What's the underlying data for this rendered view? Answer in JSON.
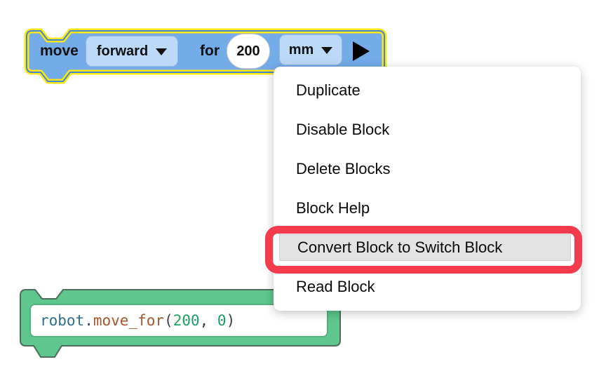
{
  "move_block": {
    "label_move": "move",
    "direction_value": "forward",
    "label_for": "for",
    "distance_value": "200",
    "unit_value": "mm",
    "colors": {
      "fill": "#74abe9",
      "selected_outline": "#ffe712",
      "field_fill": "#bdd9f8"
    }
  },
  "context_menu": {
    "items": [
      {
        "label": "Duplicate"
      },
      {
        "label": "Disable Block"
      },
      {
        "label": "Delete Blocks"
      },
      {
        "label": "Block Help"
      },
      {
        "label": "Convert Block to Switch Block",
        "highlighted": true
      },
      {
        "label": "Read Block"
      }
    ]
  },
  "annotation": {
    "color": "#f43b4d"
  },
  "switch_block": {
    "code_tokens": {
      "object": "robot",
      "dot": ".",
      "method": "move_for",
      "open_paren": "(",
      "arg1": "200",
      "separator": ", ",
      "arg2": "0",
      "close_paren": ")"
    },
    "colors": {
      "fill": "#5fc68e"
    }
  }
}
